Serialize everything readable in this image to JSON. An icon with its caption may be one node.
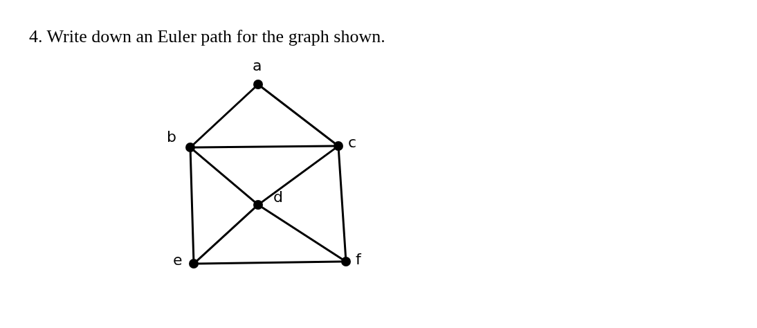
{
  "diagram": {
    "title": "4. Write down an Euler path for the graph shown.",
    "nodes": [
      {
        "text": [],
        "shape": "circle",
        "beside": [
          "a"
        ]
      },
      {
        "text": [],
        "shape": "circle",
        "beside": [
          "b"
        ]
      },
      {
        "text": [],
        "shape": "circle",
        "beside": [
          "c"
        ]
      },
      {
        "text": [],
        "shape": "circle",
        "beside": [
          "d"
        ]
      },
      {
        "text": [],
        "shape": "circle",
        "beside": [
          "e"
        ]
      },
      {
        "text": [],
        "shape": "circle",
        "beside": [
          "f"
        ]
      }
    ],
    "edges": [
      {
        "from": 0,
        "to": 1,
        "arrow": "none"
      },
      {
        "from": 0,
        "to": 2,
        "arrow": "none"
      },
      {
        "from": 1,
        "to": 2,
        "arrow": "none"
      },
      {
        "from": 1,
        "to": 3,
        "arrow": "none"
      },
      {
        "from": 2,
        "to": 3,
        "arrow": "none"
      },
      {
        "from": 1,
        "to": 4,
        "arrow": "none"
      },
      {
        "from": 2,
        "to": 5,
        "arrow": "none"
      },
      {
        "from": 3,
        "to": 4,
        "arrow": "none"
      },
      {
        "from": 3,
        "to": 5,
        "arrow": "none"
      },
      {
        "from": 4,
        "to": 5,
        "arrow": "none"
      }
    ]
  }
}
